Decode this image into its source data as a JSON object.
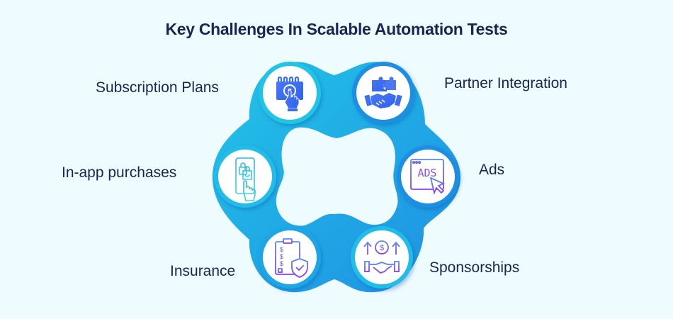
{
  "title": "Key Challenges In Scalable Automation Tests",
  "colors": {
    "background": "#eefbff",
    "text": "#1b2452",
    "ring_cyan": "#22c4e6",
    "ring_blue": "#1f8fe5",
    "icon_blue": "#3b6ef5",
    "icon_purple": "#8b3df0",
    "icon_teal": "#2ab8d8"
  },
  "items": [
    {
      "label": "Subscription Plans",
      "icon": "calendar-coin-tap-icon"
    },
    {
      "label": "Partner Integration",
      "icon": "puzzle-handshake-icon"
    },
    {
      "label": "In-app purchases",
      "icon": "phone-shopping-bag-icon"
    },
    {
      "label": "Ads",
      "icon": "ads-browser-cursor-icon"
    },
    {
      "label": "Insurance",
      "icon": "clipboard-shield-icon"
    },
    {
      "label": "Sponsorships",
      "icon": "handshake-dollar-arrows-icon"
    }
  ]
}
